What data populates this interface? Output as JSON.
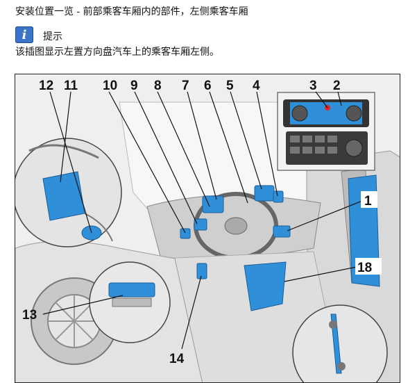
{
  "header": {
    "title": "安装位置一览 - 前部乘客车厢内的部件，左侧乘客车厢",
    "hint_label": "提示",
    "hint_icon": "info-icon",
    "description": "该插图显示左置方向盘汽车上的乘客车厢左侧。"
  },
  "figure": {
    "callouts": [
      "12",
      "11",
      "10",
      "9",
      "8",
      "7",
      "6",
      "5",
      "4",
      "3",
      "2",
      "1",
      "18",
      "13",
      "14"
    ],
    "highlight_color": "#2f8fd8"
  }
}
